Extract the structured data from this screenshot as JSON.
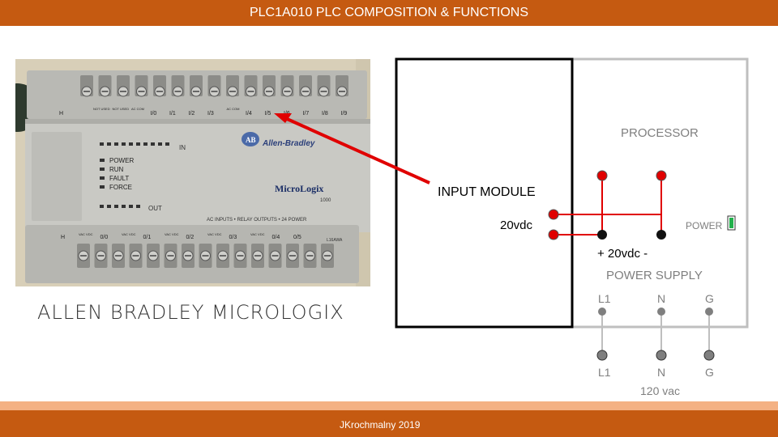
{
  "header": {
    "title": "PLC1A010 PLC COMPOSITION & FUNCTIONS"
  },
  "photo": {
    "caption": "ALLEN BRADLEY MICROLOGIX",
    "top_terminals": [
      "H",
      "NOT USED",
      "NOT USED",
      "AC COM",
      "I/0",
      "I/1",
      "I/2",
      "I/3",
      "AC COM",
      "I/4",
      "I/5",
      "I/6",
      "I/7",
      "I/8",
      "I/9"
    ],
    "brand": "Allen-Bradley",
    "status_leds": [
      "POWER",
      "RUN",
      "FAULT",
      "FORCE"
    ],
    "in_label": "IN",
    "out_label": "OUT",
    "product": "MicroLogix",
    "model": "1000",
    "series_note": "AC INPUTS • RELAY OUTPUTS • 24 POWER",
    "bottom_terminals": [
      "H",
      "VAC VDC",
      "0/0",
      "VAC VDC",
      "0/1",
      "VAC VDC",
      "0/2",
      "VAC VDC",
      "0/3",
      "VAC VDC",
      "0/4",
      "0/5"
    ],
    "catalog": "L16AWA"
  },
  "diagram": {
    "processor_label": "PROCESSOR",
    "input_module_label": "INPUT MODULE",
    "input_voltage_label": "20vdc",
    "power_led_label": "POWER",
    "power_led_color": "#22b14c",
    "supply_output_label": "+  20vdc  -",
    "power_supply_label": "POWER SUPPLY",
    "supply_terminals": [
      "L1",
      "N",
      "G"
    ],
    "line_terminals": [
      "L1",
      "N",
      "G"
    ],
    "line_voltage_label": "120 vac",
    "wire_color": "#e00000"
  },
  "footer": {
    "credit": "JKrochmalny 2019"
  }
}
